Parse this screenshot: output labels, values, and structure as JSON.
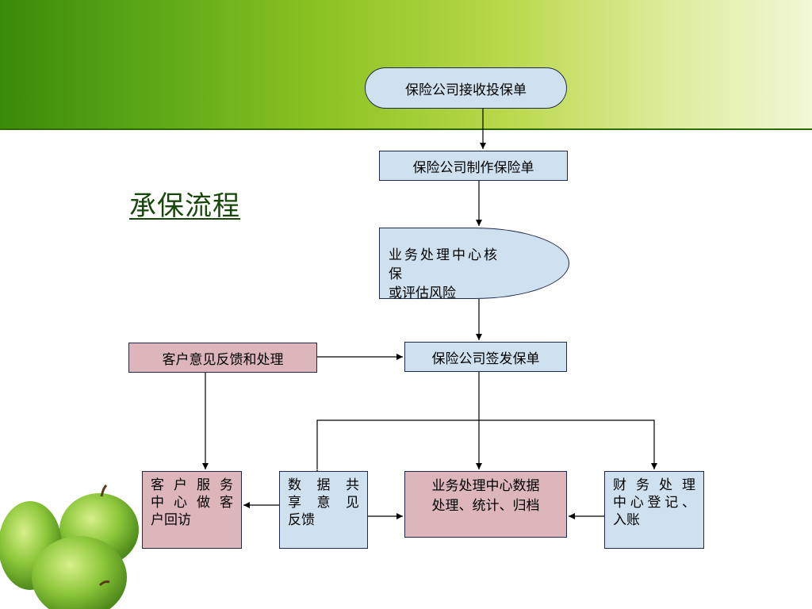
{
  "title": "承保流程",
  "nodes": {
    "receive": "保险公司接收投保单",
    "make": "保险公司制作保险单",
    "underwrite": [
      "业务处理中心核",
      "保",
      "或评估风险"
    ],
    "issue": "保险公司签发保单",
    "feedback": "客户意见反馈和处理",
    "visit": [
      "客户服务",
      "中心做客",
      "户回访"
    ],
    "share": [
      "数据共",
      "享意见",
      "反馈"
    ],
    "data_process": [
      "业务处理中心数据",
      "处理、统计、归档"
    ],
    "finance": [
      "财务处理",
      "中心登记、",
      "入账"
    ]
  },
  "colors": {
    "banner": "#5aa716",
    "blue_box": "#cfe0ee",
    "pink_box": "#dcb6bb",
    "title": "#17480a"
  }
}
